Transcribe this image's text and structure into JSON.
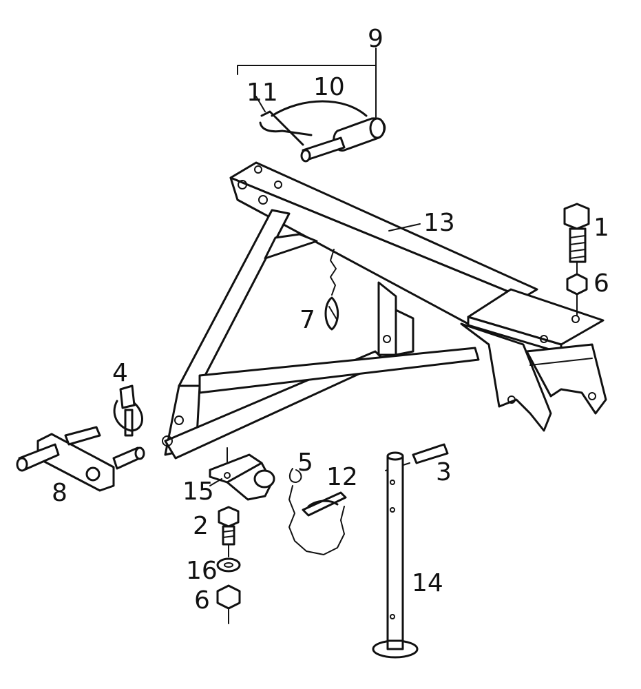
{
  "labels": {
    "l1": "1",
    "l2": "2",
    "l3": "3",
    "l4": "4",
    "l5": "5",
    "l6a": "6",
    "l6b": "6",
    "l7": "7",
    "l8": "8",
    "l9": "9",
    "l10": "10",
    "l11": "11",
    "l12": "12",
    "l13": "13",
    "l14": "14",
    "l15": "15",
    "l16": "16"
  }
}
